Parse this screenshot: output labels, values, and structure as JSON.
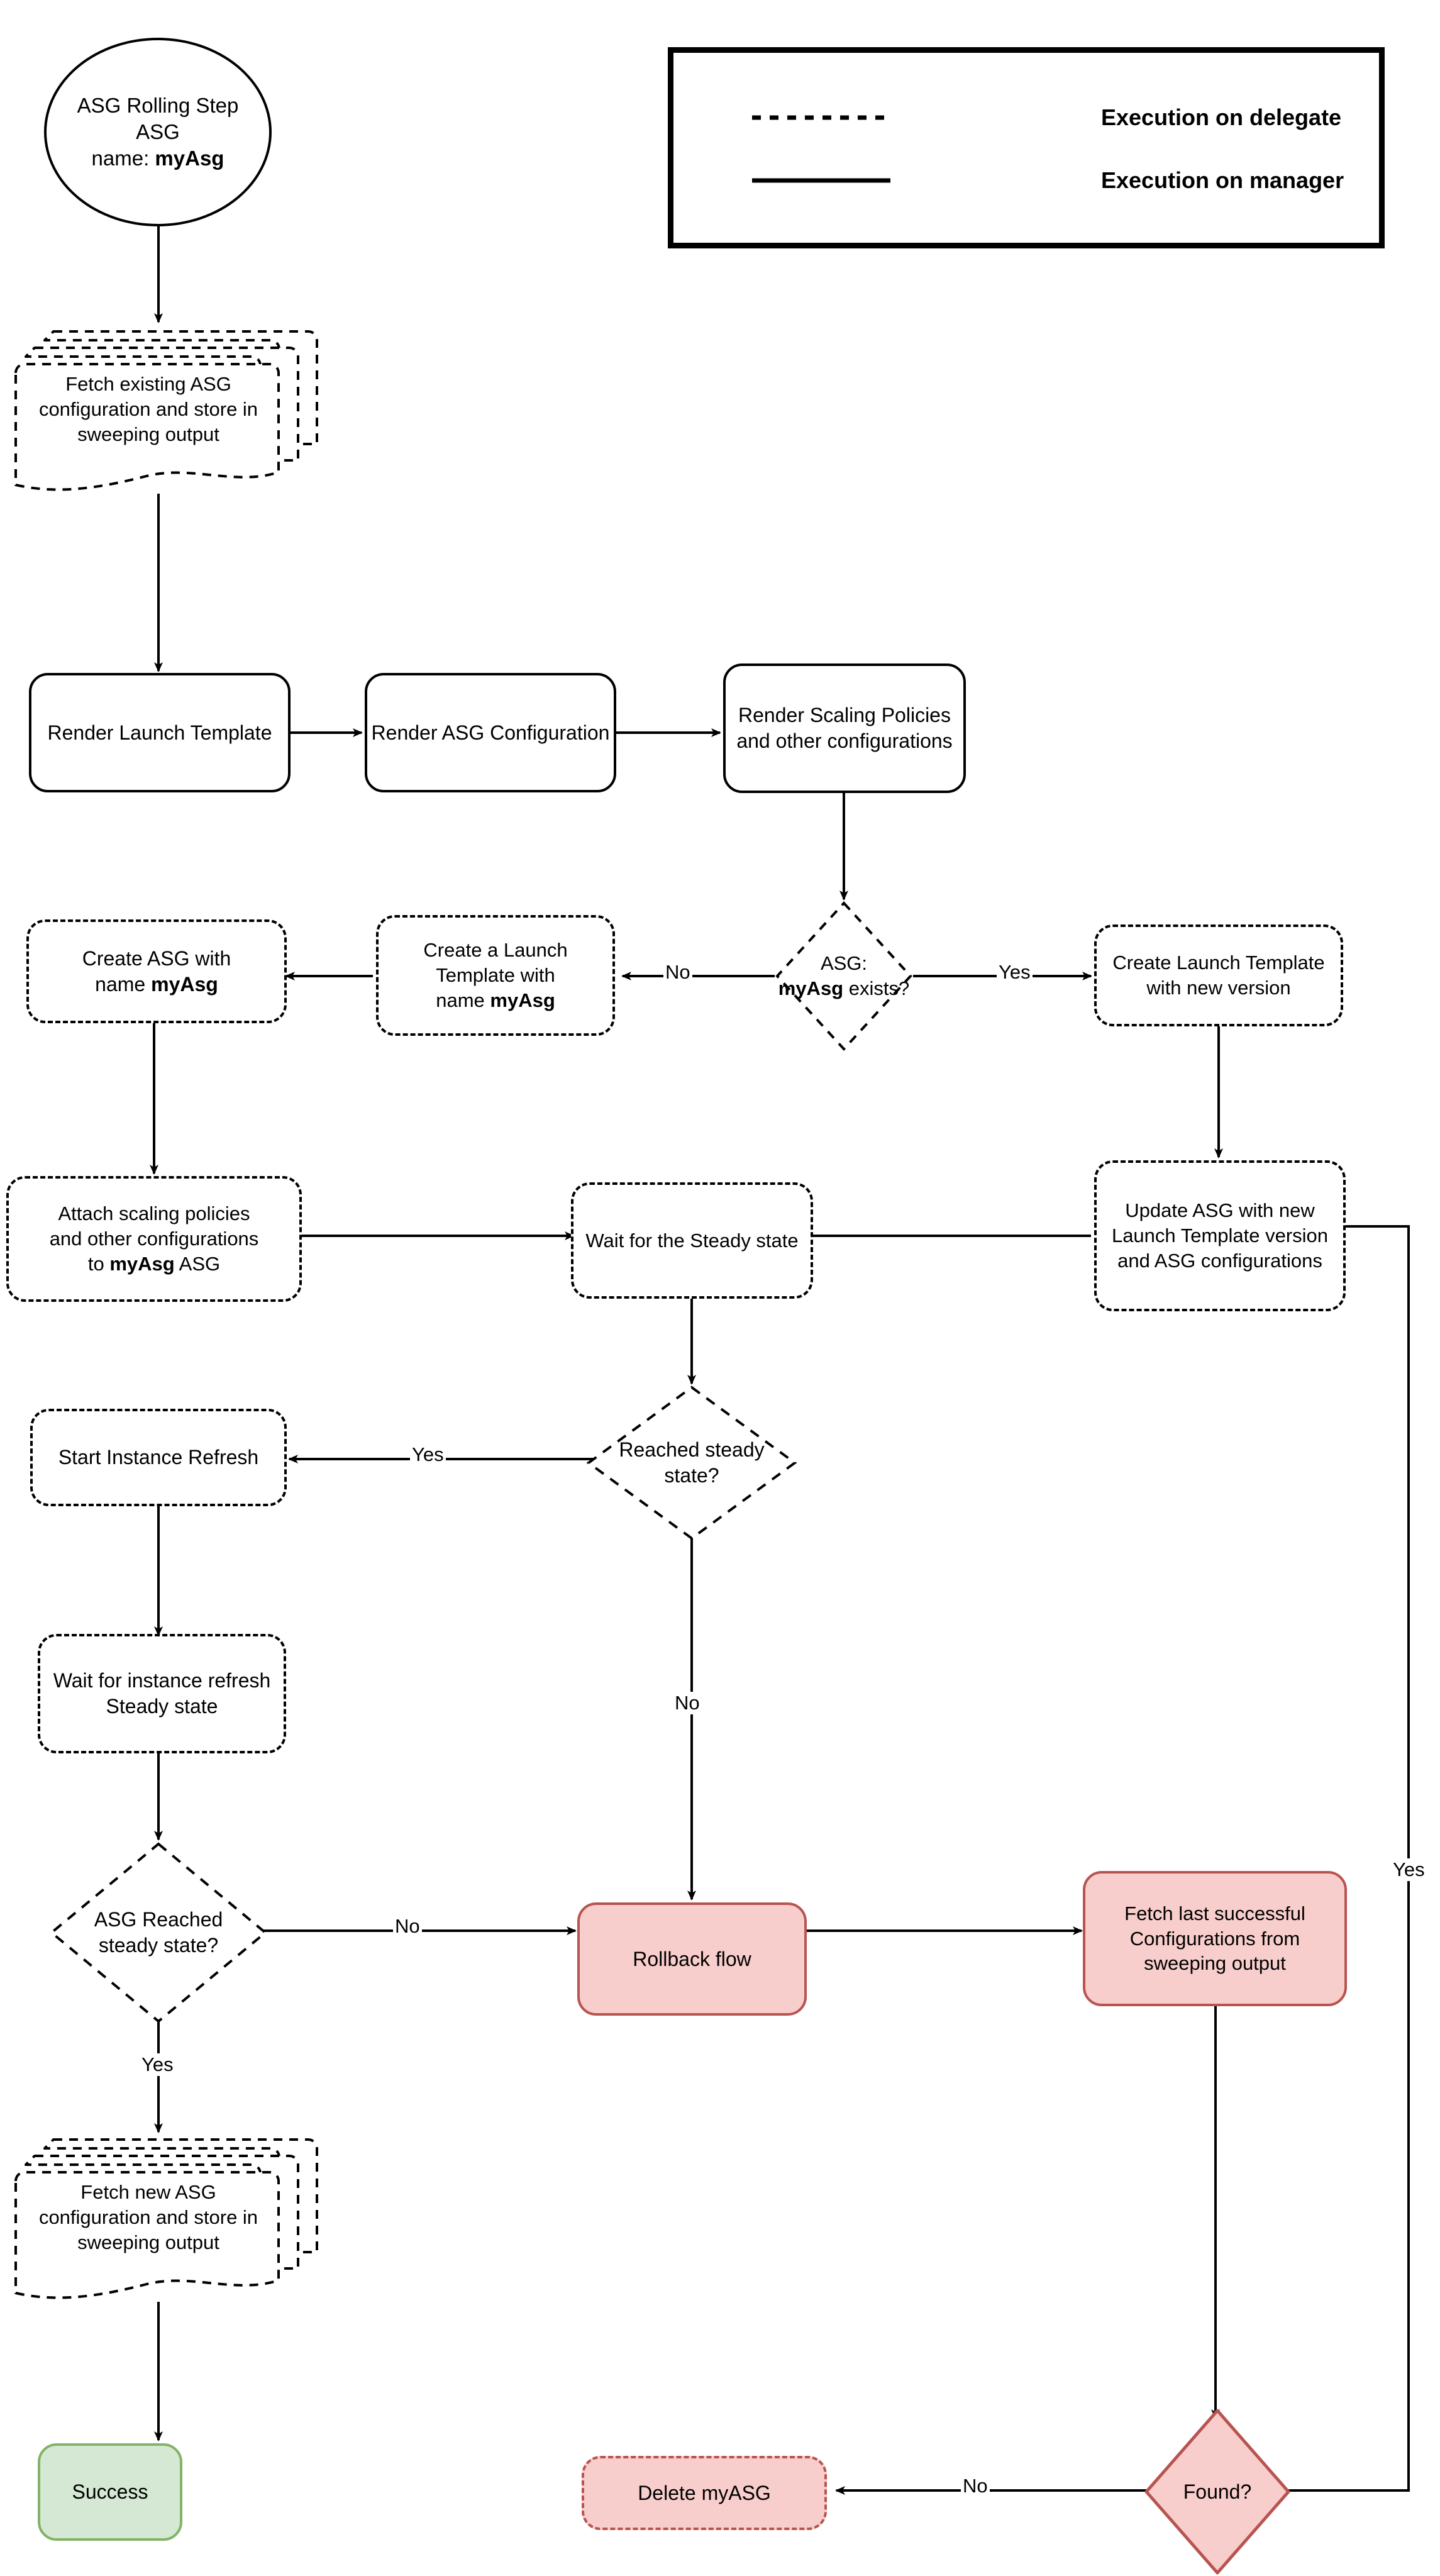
{
  "diagram": {
    "title": "ASG Rolling Step flowchart",
    "legend": {
      "delegate_label": "Execution on delegate",
      "manager_label": "Execution on manager"
    },
    "colors": {
      "red_fill": "#f8cecc",
      "red_stroke": "#b85450",
      "green_fill": "#d5e8d4",
      "green_stroke": "#82b366",
      "default_stroke": "#000000",
      "default_fill": "#ffffff"
    },
    "nodes": {
      "start": {
        "line1": "ASG Rolling Step",
        "line2": "ASG",
        "line3_prefix": "name: ",
        "line3_bold": "myAsg"
      },
      "fetch_existing": "Fetch existing ASG configuration and store in sweeping output",
      "render_launch_template": "Render Launch Template",
      "render_asg_config": "Render ASG Configuration",
      "render_scaling_policies": "Render Scaling Policies and other configurations",
      "asg_exists_decision_l1": "ASG:",
      "asg_exists_decision_l2_bold": "myAsg",
      "asg_exists_decision_l2_rest": " exists?",
      "create_launch_template_l1": "Create a Launch",
      "create_launch_template_l2": "Template with",
      "create_launch_template_l3_prefix": "name ",
      "create_launch_template_l3_bold": "myAsg",
      "create_asg_l1": "Create ASG with",
      "create_asg_l2_prefix": "name ",
      "create_asg_l2_bold": "myAsg",
      "create_lt_new_version": "Create Launch Template with new version",
      "attach_scaling_l1": "Attach scaling policies",
      "attach_scaling_l2": "and other configurations",
      "attach_scaling_l3_prefix": "to ",
      "attach_scaling_l3_bold": "myAsg",
      "attach_scaling_l3_suffix": " ASG",
      "wait_steady_state": "Wait for the Steady state",
      "update_asg": "Update ASG with new Launch Template version and ASG configurations",
      "reached_steady_decision": "Reached steady state?",
      "start_instance_refresh": "Start Instance Refresh",
      "wait_instance_refresh": "Wait for instance refresh Steady state",
      "asg_reached_steady_decision": "ASG Reached steady state?",
      "rollback_flow": "Rollback flow",
      "fetch_last_successful": "Fetch last successful Configurations from sweeping output",
      "fetch_new_asg": "Fetch new ASG configuration and store in sweeping output",
      "success": "Success",
      "delete_myasg": "Delete myASG",
      "found_decision": "Found?"
    },
    "edge_labels": {
      "asg_exists_no": "No",
      "asg_exists_yes": "Yes",
      "reached_steady_yes": "Yes",
      "reached_steady_no": "No",
      "asg_reached_no": "No",
      "asg_reached_yes": "Yes",
      "found_no": "No",
      "found_yes": "Yes"
    }
  }
}
